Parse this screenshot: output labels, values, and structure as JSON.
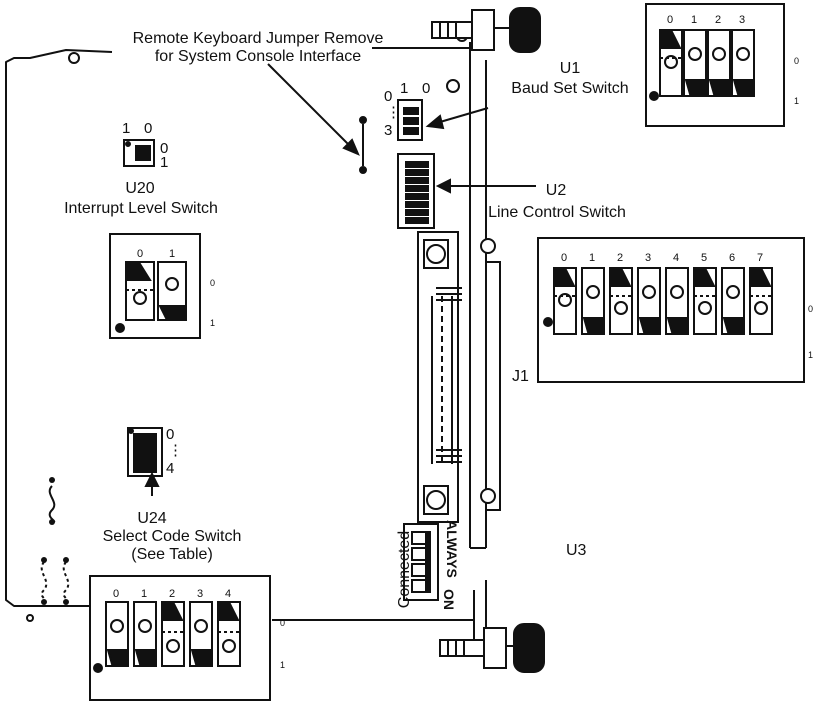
{
  "callouts": {
    "jumper_line1": "Remote Keyboard Jumper Remove",
    "jumper_line2": "for System Console Interface",
    "u1_name": "U1",
    "u1_desc": "Baud Set Switch",
    "u2_name": "U2",
    "u2_desc": "Line Control Switch",
    "u20_name": "U20",
    "u20_desc": "Interrupt Level Switch",
    "u24_name": "U24",
    "u24_desc1": "Select Code Switch",
    "u24_desc2": "(See Table)",
    "j1": "J1",
    "u3": "U3",
    "connected": "Connected",
    "always": "ALWAYS",
    "on": "ON"
  },
  "board_marks": {
    "u1_pos_left": "0",
    "u1_pos_right": "0",
    "u1_pos_one": "1",
    "u1_dots": "⋮",
    "u1_three": "3",
    "u20_top_one": "1",
    "u20_top_zero": "0",
    "u20_side_zero": "0",
    "u20_side_one": "1",
    "u24_zero": "0",
    "u24_dots": "⋮",
    "u24_four": "4"
  },
  "switch_panels": {
    "u1_panel": {
      "numbers": [
        "0",
        "1",
        "2",
        "3"
      ],
      "zero": "0",
      "one": "1"
    },
    "u2_panel": {
      "numbers": [
        "0",
        "1",
        "2",
        "3",
        "4",
        "5",
        "6",
        "7"
      ],
      "zero": "0",
      "one": "1"
    },
    "u20_panel": {
      "numbers": [
        "0",
        "1"
      ],
      "zero": "0",
      "one": "1"
    },
    "u24_panel": {
      "numbers": [
        "0",
        "1",
        "2",
        "3",
        "4"
      ],
      "zero": "0",
      "one": "1"
    }
  }
}
